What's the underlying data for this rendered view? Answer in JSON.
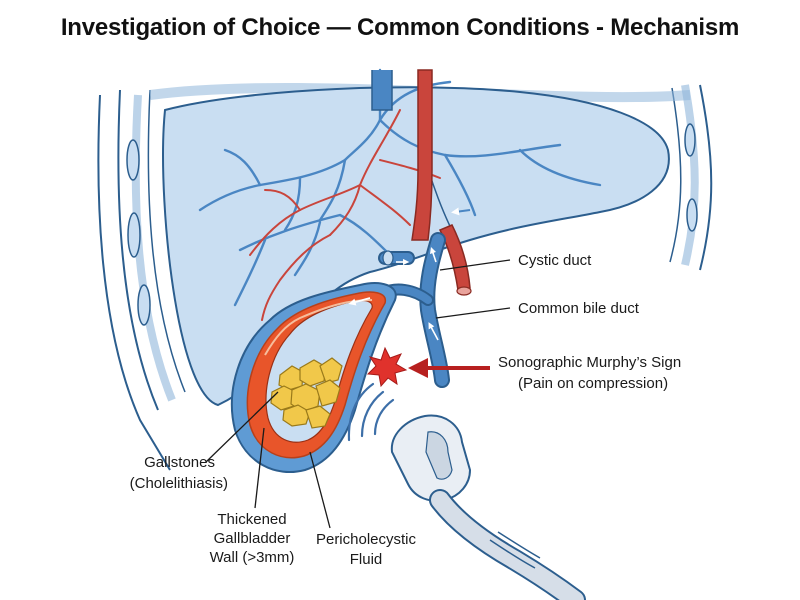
{
  "title": "Investigation of Choice — Common Conditions - Mechanism",
  "labels": {
    "cystic_duct": "Cystic duct",
    "common_bile_duct": "Common bile duct",
    "murphy_sign_1": "Sonographic Murphy’s Sign",
    "murphy_sign_2": "(Pain on compression)",
    "gallstones_1": "Gallstones",
    "gallstones_2": "(Cholelithiasis)",
    "wall_1": "Thickened",
    "wall_2": "Gallbladder",
    "wall_3": "Wall (>3mm)",
    "fluid_1": "Pericholecystic",
    "fluid_2": "Fluid"
  },
  "colors": {
    "liver": "#c9def2",
    "outline": "#2c5e8e",
    "vessel_blue": "#4a86c3",
    "vessel_red": "#c9453c",
    "gallbladder_wall": "#e8552a",
    "stones": "#f1c84a",
    "arrow_red": "#b7201f",
    "pain_star": "#e0322c"
  }
}
